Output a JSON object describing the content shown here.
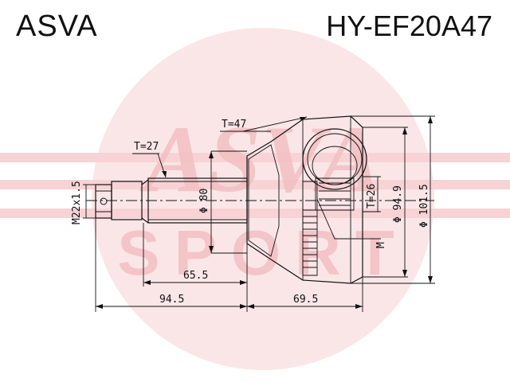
{
  "header": {
    "brand": "ASVA",
    "part_number": "HY-EF20A47"
  },
  "watermark": {
    "text_top": "ASVA",
    "text_bottom": "SPORT",
    "color": "#f2c0c3"
  },
  "dimensions": {
    "t_47": "T=47",
    "t_27": "T=27",
    "thread": "M22x1.5",
    "d80": "Φ 80",
    "d65_5": "65.5",
    "d94_5": "94.5",
    "d69_5": "69.5",
    "t_26": "T=26",
    "d94_9": "Φ 94.9",
    "d101_5": "Φ 101.5",
    "m_label": "M"
  }
}
